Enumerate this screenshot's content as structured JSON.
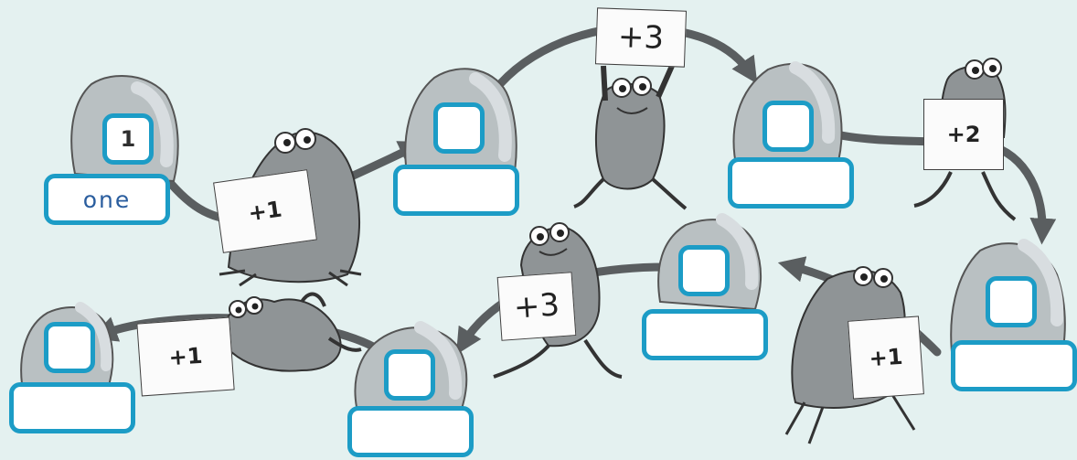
{
  "colors": {
    "background": "#e4f1f0",
    "box_border": "#1c9cc6",
    "rock": "#b9c0c2",
    "frog": "#8f9496",
    "arrow": "#5a5e60"
  },
  "rocks": [
    {
      "number": "1",
      "word": "one"
    },
    {
      "number": "",
      "word": ""
    },
    {
      "number": "",
      "word": ""
    },
    {
      "number": "",
      "word": ""
    },
    {
      "number": "",
      "word": ""
    },
    {
      "number": "",
      "word": ""
    },
    {
      "number": "",
      "word": ""
    }
  ],
  "frogs": [
    {
      "label": "+1",
      "icon": "frog-icon"
    },
    {
      "label": "+3",
      "icon": "frog-icon"
    },
    {
      "label": "+2",
      "icon": "frog-icon"
    },
    {
      "label": "+1",
      "icon": "frog-icon"
    },
    {
      "label": "+3",
      "icon": "frog-icon"
    },
    {
      "label": "+1",
      "icon": "frog-icon"
    }
  ]
}
